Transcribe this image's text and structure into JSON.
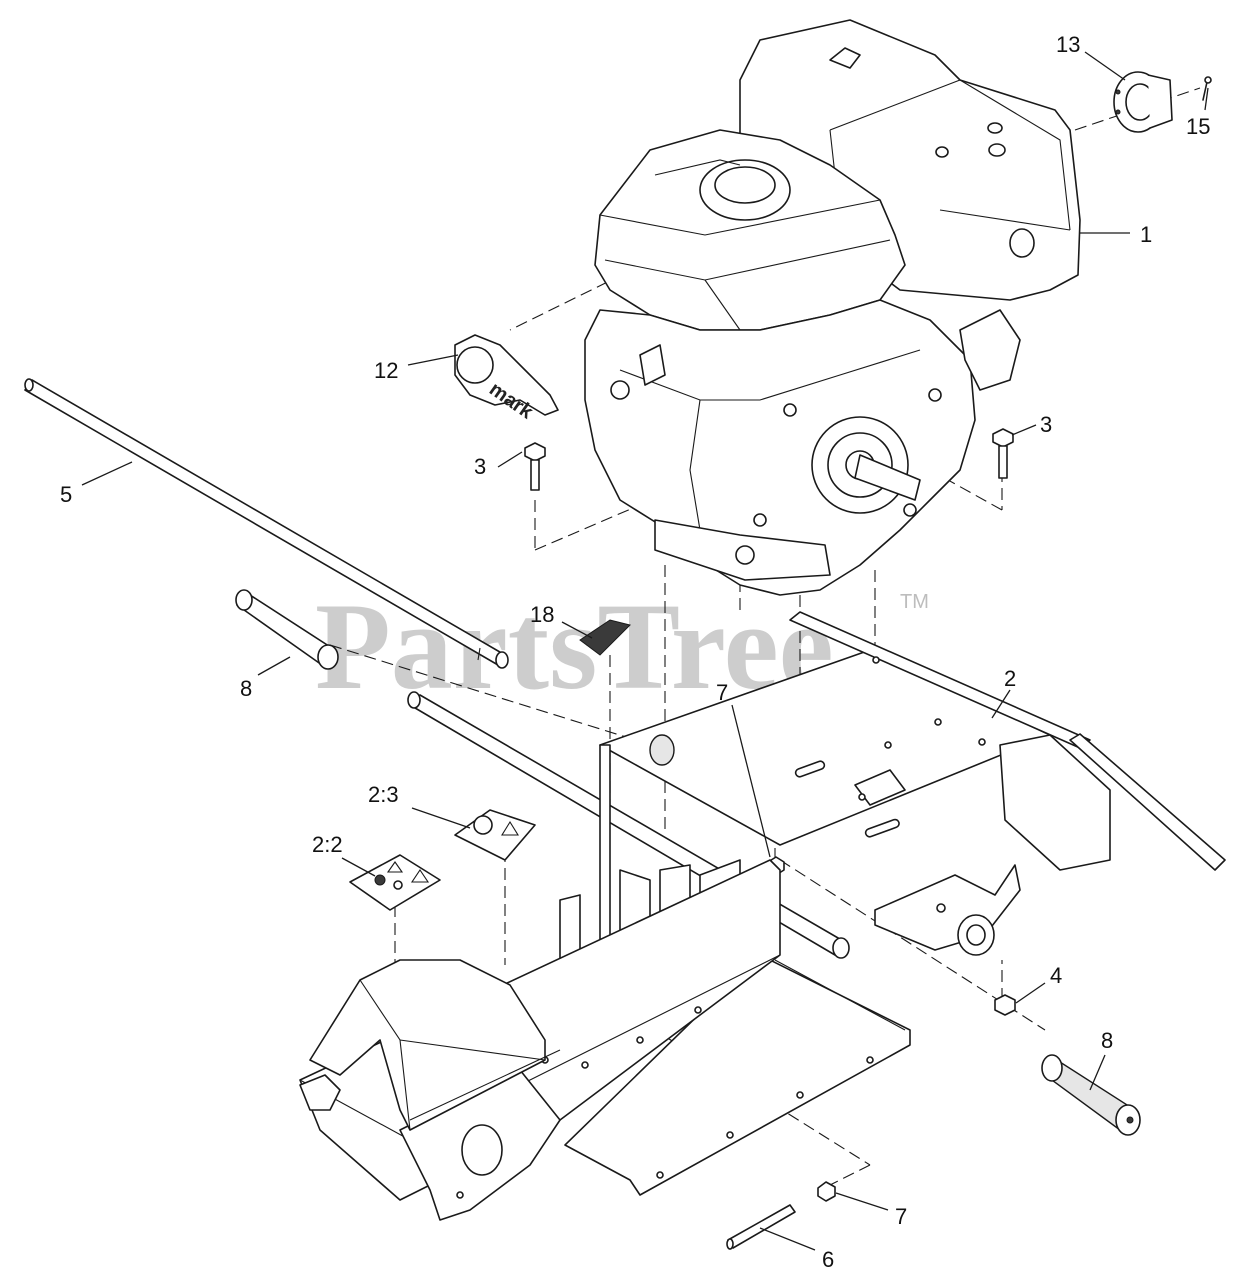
{
  "diagram": {
    "watermark": "PartsTree",
    "watermark_mark": "TM",
    "logo_text": "mark",
    "callouts": [
      {
        "id": "c1",
        "label": "1"
      },
      {
        "id": "c2",
        "label": "2"
      },
      {
        "id": "c3a",
        "label": "3"
      },
      {
        "id": "c3b",
        "label": "3"
      },
      {
        "id": "c4",
        "label": "4"
      },
      {
        "id": "c5",
        "label": "5"
      },
      {
        "id": "c6",
        "label": "6"
      },
      {
        "id": "c7a",
        "label": "7"
      },
      {
        "id": "c7b",
        "label": "7"
      },
      {
        "id": "c8a",
        "label": "8"
      },
      {
        "id": "c8b",
        "label": "8"
      },
      {
        "id": "c12",
        "label": "12"
      },
      {
        "id": "c13",
        "label": "13"
      },
      {
        "id": "c15",
        "label": "15"
      },
      {
        "id": "c18",
        "label": "18"
      },
      {
        "id": "c22",
        "label": "2:2"
      },
      {
        "id": "c23",
        "label": "2:3"
      }
    ]
  }
}
